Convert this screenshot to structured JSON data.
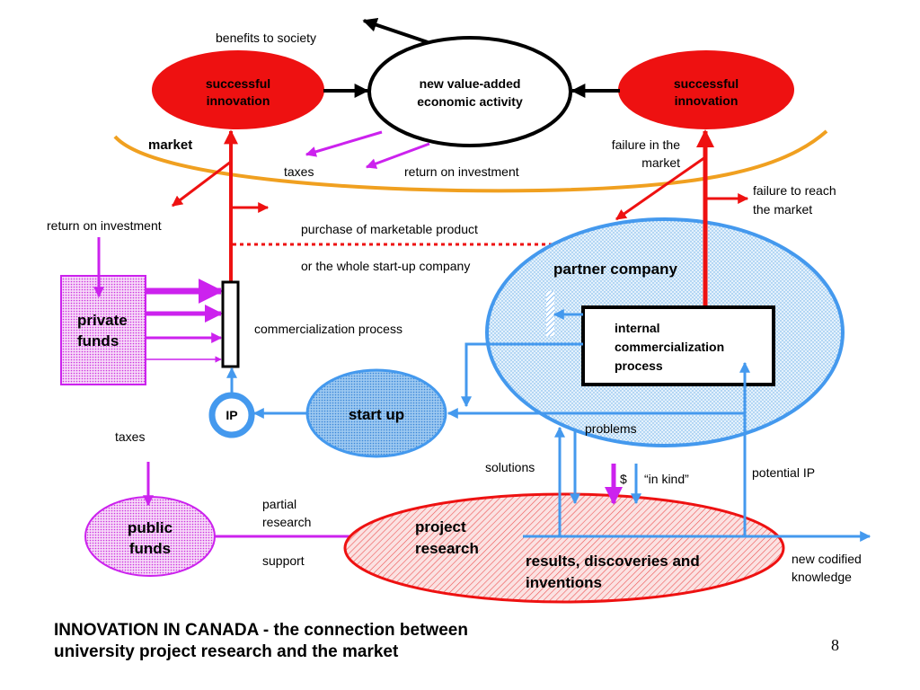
{
  "diagram": {
    "benefits_to_society": "benefits to society",
    "successful_innovation_left": [
      "successful",
      "innovation"
    ],
    "successful_innovation_right": [
      "successful",
      "innovation"
    ],
    "new_value_added": [
      "new value-added",
      "economic activity"
    ],
    "market": "market",
    "taxes_top": "taxes",
    "return_on_investment_top": "return on investment",
    "failure_in_market": [
      "failure in the",
      "market"
    ],
    "failure_to_reach": [
      "failure to reach",
      "the market"
    ],
    "return_on_investment_left": "return on investment",
    "purchase": "purchase of marketable product",
    "whole_startup": "or the whole start-up company",
    "partner_company": "partner company",
    "private_funds": [
      "private",
      "funds"
    ],
    "commercialization_process": "commercialization process",
    "internal_commercialization": [
      "internal",
      "commercialization",
      "process"
    ],
    "ip": "IP",
    "start_up": "start up",
    "problems": "problems",
    "taxes_left": "taxes",
    "solutions": "solutions",
    "dollar": "$",
    "in_kind": "“in kind”",
    "potential_ip": "potential IP",
    "public_funds": [
      "public",
      "funds"
    ],
    "partial_research": [
      "partial",
      "research"
    ],
    "support": "support",
    "project_research": [
      "project",
      "research"
    ],
    "results": [
      "results, discoveries and",
      "inventions"
    ],
    "new_codified": [
      "new codified",
      "knowledge"
    ]
  },
  "caption": [
    "INNOVATION IN CANADA - the connection between",
    "university project research and the market"
  ],
  "page_number": "8",
  "colors": {
    "red": "#ee1111",
    "purple": "#cc22ee",
    "blue": "#4499ee",
    "orange": "#f0a020",
    "black": "#000000"
  }
}
